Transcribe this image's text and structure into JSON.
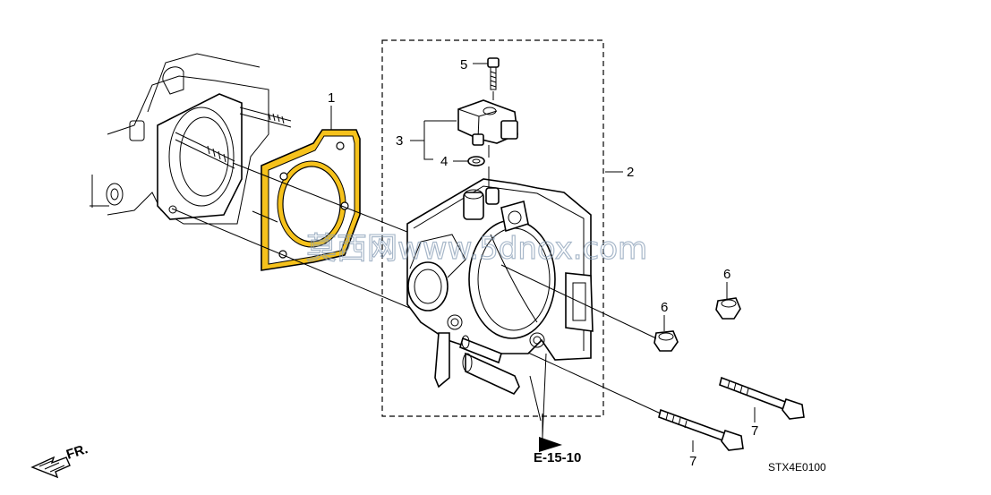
{
  "diagram": {
    "callouts": {
      "gasket": "1",
      "throttle_body": "2",
      "sensor": "3",
      "o_ring": "4",
      "screw": "5",
      "nut_a": "6",
      "nut_b": "6",
      "bolt_a": "7",
      "bolt_b": "7"
    },
    "reference": "E-15-10",
    "front_label": "FR.",
    "drawing_code": "STX4E0100",
    "watermark": "莫西网www.5dnox.com",
    "colors": {
      "gasket_highlight": "#f6c21c",
      "line": "#000000",
      "watermark": "#8aa0b8"
    }
  }
}
